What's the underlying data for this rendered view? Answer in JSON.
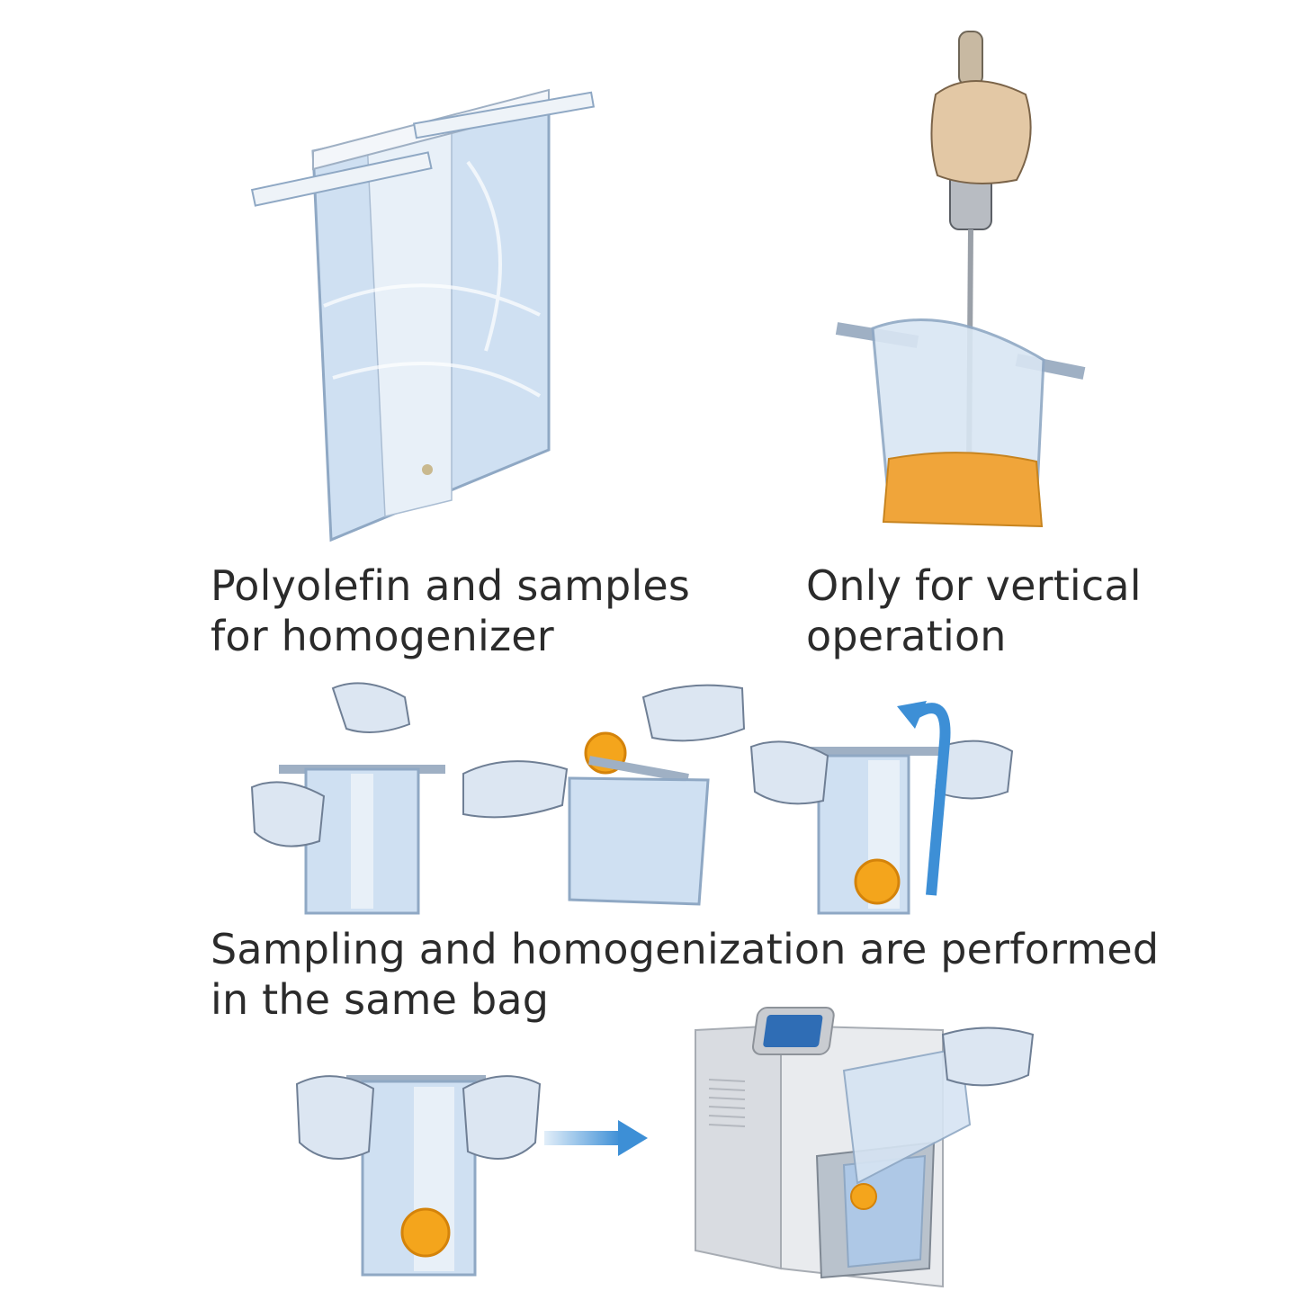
{
  "captions": {
    "bag_material": [
      "Polyolefin and samples",
      "for homogenizer"
    ],
    "vertical_use": [
      "Only for vertical",
      "operation"
    ],
    "same_bag": [
      "Sampling and homogenization are performed",
      "in the same bag"
    ]
  },
  "colors": {
    "bag_fill": "#cfe0f2",
    "bag_edge": "#8fa8c4",
    "glove": "#dce6f2",
    "glove_edge": "#6f7f95",
    "orange": "#f4a51c",
    "liquid": "#f0a53a",
    "arrow_blue": "#3d8fd6",
    "machine": "#e9ebee",
    "screen": "#2f6db5"
  },
  "icons": {
    "flip_arrow": "curved-arrow-icon",
    "direction_arrow": "right-arrow-icon"
  }
}
